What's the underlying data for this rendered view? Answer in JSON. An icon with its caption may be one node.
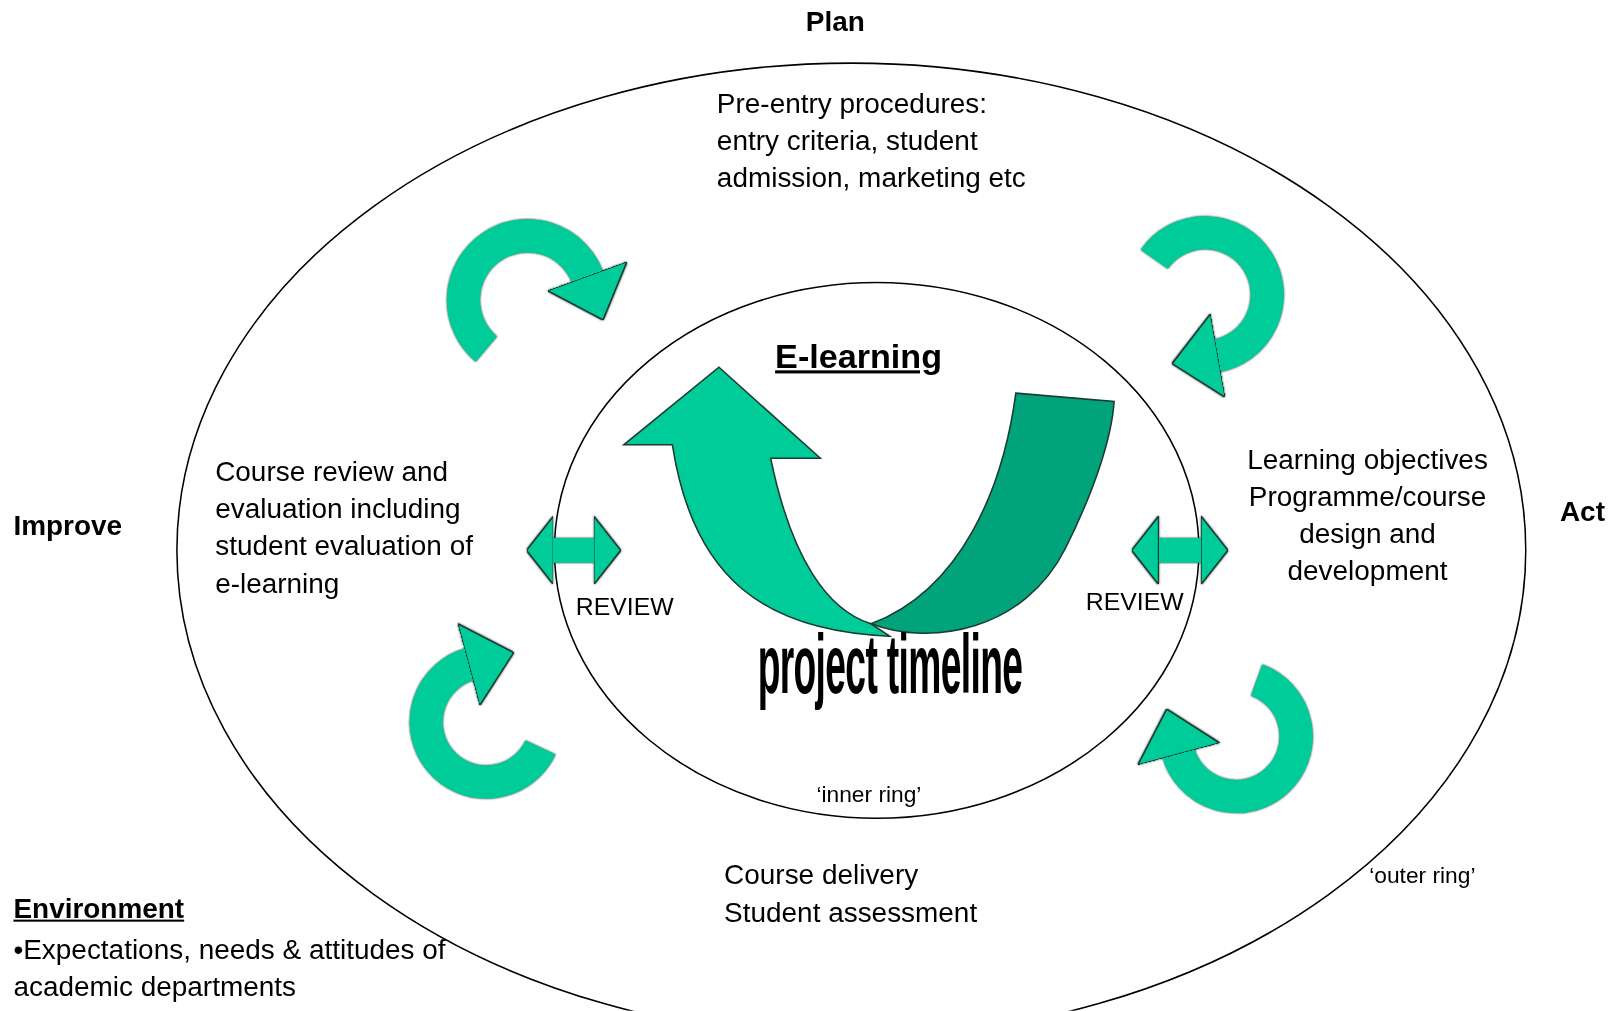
{
  "diagram": {
    "nodes": [
      {
        "text": [
          "‘outer ring’"
        ]
      },
      {
        "text": [
          "E-learning",
          "project timeline",
          "‘inner ring’"
        ],
        "in": 0
      },
      {
        "text": [
          "Pre-entry procedures: entry criteria, student admission, marketing etc"
        ],
        "in": 0
      },
      {
        "text": [
          "Learning objectives Programme/course design and development"
        ],
        "in": 0
      },
      {
        "text": [
          "Course delivery Student assessment"
        ],
        "in": 0
      },
      {
        "text": [
          "Course review and evaluation including student evaluation of e-learning"
        ],
        "in": 0
      }
    ],
    "edges": [
      {
        "from": 1,
        "to": 5,
        "arrow": "both",
        "label": "REVIEW"
      },
      {
        "from": 1,
        "to": 3,
        "arrow": "both",
        "label": "REVIEW"
      }
    ],
    "labels": [
      "Plan",
      "Improve",
      "Act",
      "Environment",
      "•Expectations, needs & attitudes of academic departments"
    ]
  }
}
